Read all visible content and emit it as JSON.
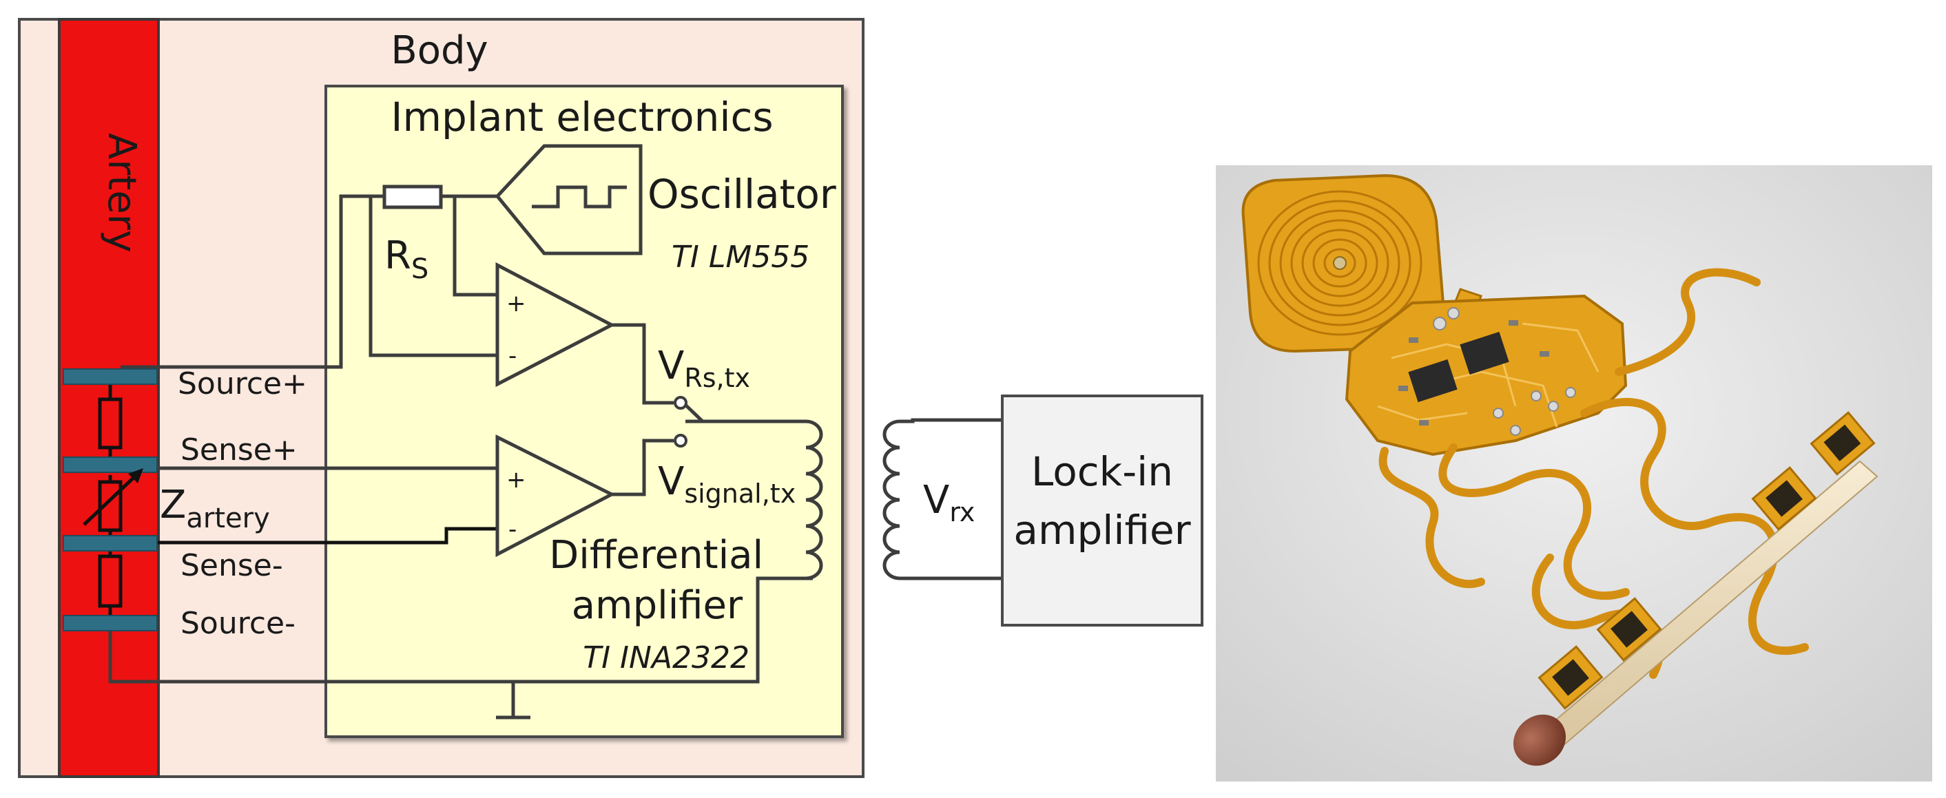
{
  "labels": {
    "artery": "Artery",
    "body": "Body",
    "implant": "Implant electronics",
    "oscillator": "Oscillator",
    "oscillator_part": "TI LM555",
    "rs_main": "R",
    "rs_sub": "S",
    "source_plus": "Source+",
    "sense_plus": "Sense+",
    "sense_minus": "Sense-",
    "source_minus": "Source-",
    "z_main": "Z",
    "z_sub": "artery",
    "vrs_main": "V",
    "vrs_sub": "Rs,tx",
    "vsig_main": "V",
    "vsig_sub": "signal,tx",
    "diff_line1": "Differential",
    "diff_line2": "amplifier",
    "diff_part": "TI INA2322",
    "vrx_main": "V",
    "vrx_sub": "rx",
    "lockin_line1": "Lock-in",
    "lockin_line2": "amplifier",
    "plus": "+",
    "minus": "-"
  },
  "colors": {
    "artery": "#ee1111",
    "body": "#fbe9e0",
    "implant": "#ffffd0",
    "electrode": "#2f6f86",
    "lockin": "#f2f2f2",
    "photo_bg": "#dcdcdc",
    "flex_pcb": "#e4a11b"
  }
}
